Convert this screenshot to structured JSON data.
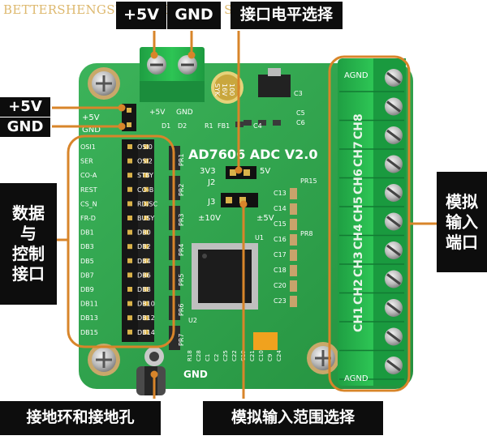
{
  "image": {
    "description_free": true,
    "watermark": "BETTERSHENGSUN SHENGSUN Store",
    "board": {
      "title": "AD7606 ADC V2.0",
      "power_header": [
        "+5V",
        "GND"
      ],
      "terminal_labels": [
        "+5V",
        "GND"
      ],
      "ref_labels": [
        "D1",
        "D2",
        "R1",
        "FB1",
        "C4",
        "C5",
        "C6",
        "C3"
      ],
      "cap_text": [
        "100",
        "16V",
        "SYK"
      ],
      "jumper": {
        "j2": "J2",
        "j3": "J3",
        "v3": "3V3",
        "v5": "5V",
        "r10": "±10V",
        "r5": "±5V"
      },
      "left_pins": [
        "OSI1",
        "SER",
        "CO-A",
        "REST",
        "CS_N",
        "FR-D",
        "DB1",
        "DB3",
        "DB5",
        "DB7",
        "DB9",
        "DB11",
        "DB13",
        "DB15"
      ],
      "right_pins": [
        "OSI0",
        "OSI2",
        "STBY",
        "CO-B",
        "RD/SC",
        "BUSY",
        "DB0",
        "DB2",
        "DB4",
        "DB6",
        "DB8",
        "DB10",
        "DB12",
        "DB14"
      ],
      "pr_labels": [
        "PR1",
        "PR2",
        "PR3",
        "PR4",
        "PR5",
        "PR6",
        "PR7"
      ],
      "cap_labels": [
        "C13",
        "C14",
        "C15",
        "C16",
        "C17",
        "C18",
        "C20",
        "C23"
      ],
      "pr_right": [
        "PR15",
        "PR8"
      ],
      "u_labels": [
        "U1",
        "U2"
      ],
      "bottom_refs": [
        "R18",
        "C28",
        "C1",
        "C2",
        "C25",
        "C22",
        "C19",
        "C21",
        "C10",
        "C9",
        "C24"
      ],
      "channels": [
        "CH1",
        "CH2",
        "CH3",
        "CH4",
        "CH5",
        "CH6",
        "CH7",
        "CH8"
      ],
      "agnd_top": "AGND",
      "agnd_bottom": "AGND",
      "gnd_bottom": "GND"
    },
    "callouts": {
      "plus5v_top": "+5V",
      "gnd_top": "GND",
      "level_select": "接口电平选择",
      "plus5v_left": "+5V",
      "gnd_left": "GND",
      "data_ctrl": [
        "数据",
        "与",
        "控制",
        "接口"
      ],
      "analog_in": [
        "模拟",
        "输入",
        "端口"
      ],
      "ground_ring": "接地环和接地孔",
      "range_select": "模拟输入范围选择"
    },
    "colors": {
      "pcb": "#2fa34f",
      "terminal": "#25b84d",
      "callout_bg": "#0d0d0d",
      "annot_line": "#d8852a"
    }
  }
}
